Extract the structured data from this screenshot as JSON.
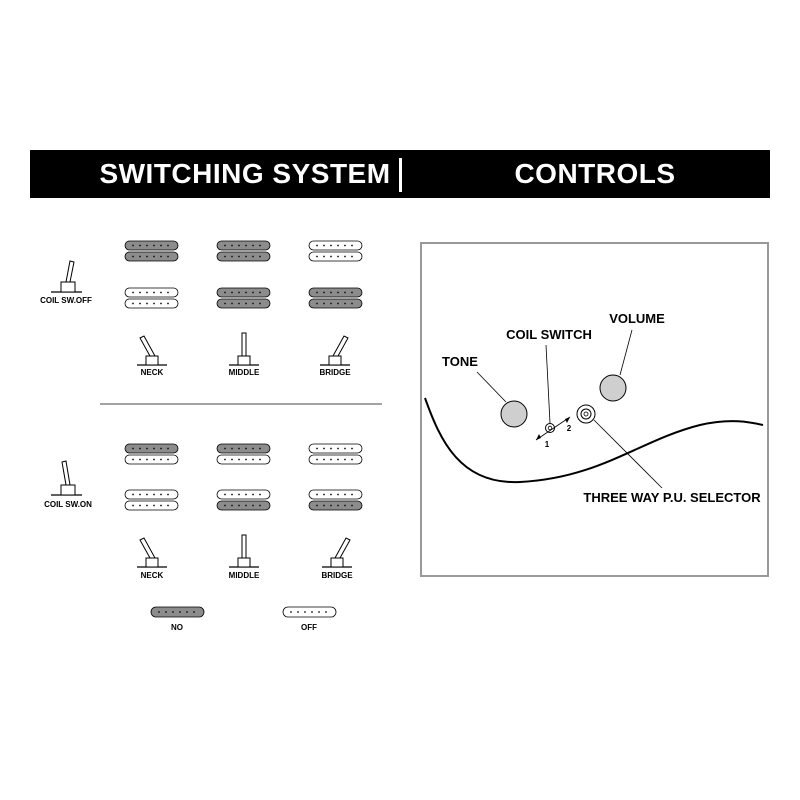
{
  "header": {
    "switching_title": "SWITCHING SYSTEM",
    "controls_title": "CONTROLS"
  },
  "switching": {
    "coil_off_label": "COIL SW.OFF",
    "coil_on_label": "COIL  SW.ON",
    "positions": [
      "NECK",
      "MIDDLE",
      "BRIDGE"
    ],
    "legend_active": "NO",
    "legend_inactive": "OFF"
  },
  "controls": {
    "tone": "TONE",
    "coil_switch": "COIL  SWITCH",
    "volume": "VOLUME",
    "three_way": "THREE WAY P.U. SELECTOR",
    "coil_pos_1": "1",
    "coil_pos_2": "2"
  },
  "colors": {
    "active_coil": "#8c8c8c",
    "inactive_coil": "#ffffff",
    "knob": "#cfcfcf",
    "panel_border": "#999999"
  }
}
